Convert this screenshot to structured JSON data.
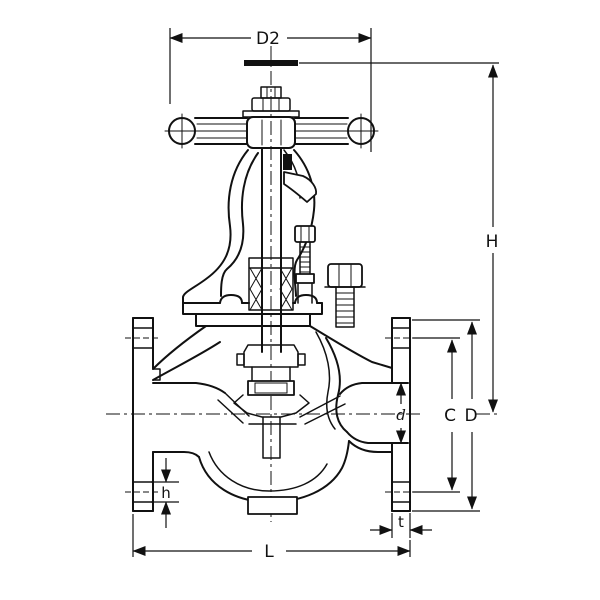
{
  "labels": {
    "d2": "D2",
    "H": "H",
    "C": "C",
    "D": "D",
    "d": "d",
    "h": "h",
    "t": "t",
    "L": "L"
  },
  "colors": {
    "ink": "#111111",
    "paper": "#ffffff"
  }
}
